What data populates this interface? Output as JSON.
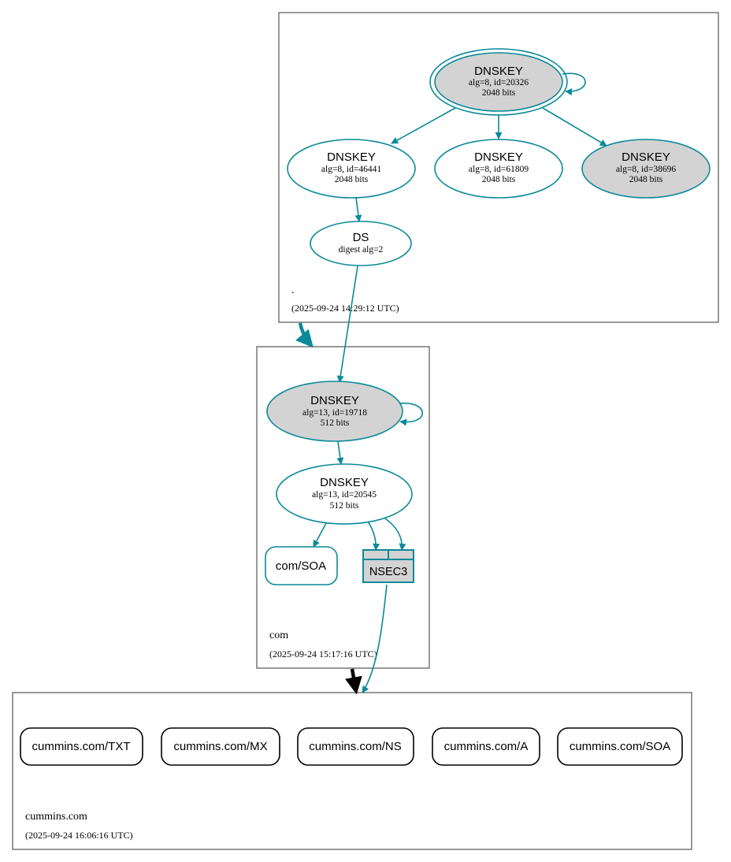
{
  "colors": {
    "accent": "#0a8a99",
    "node_fill_gray": "#d3d3d3",
    "zone_border": "#333333",
    "rr_border": "#000000"
  },
  "zones": {
    "root": {
      "name": ".",
      "timestamp": "(2025-09-24 14:29:12 UTC)"
    },
    "com": {
      "name": "com",
      "timestamp": "(2025-09-24 15:17:16 UTC)"
    },
    "cummins": {
      "name": "cummins.com",
      "timestamp": "(2025-09-24 16:06:16 UTC)"
    }
  },
  "nodes": {
    "root_ksk": {
      "title": "DNSKEY",
      "line1": "alg=8, id=20326",
      "line2": "2048 bits"
    },
    "root_zsk_a": {
      "title": "DNSKEY",
      "line1": "alg=8, id=46441",
      "line2": "2048 bits"
    },
    "root_zsk_b": {
      "title": "DNSKEY",
      "line1": "alg=8, id=61809",
      "line2": "2048 bits"
    },
    "root_key_c": {
      "title": "DNSKEY",
      "line1": "alg=8, id=38696",
      "line2": "2048 bits"
    },
    "root_ds": {
      "title": "DS",
      "line1": "digest alg=2"
    },
    "com_ksk": {
      "title": "DNSKEY",
      "line1": "alg=13, id=19718",
      "line2": "512 bits"
    },
    "com_zsk": {
      "title": "DNSKEY",
      "line1": "alg=13, id=20545",
      "line2": "512 bits"
    },
    "com_soa": {
      "label": "com/SOA"
    },
    "com_nsec3": {
      "label": "NSEC3"
    }
  },
  "records": [
    {
      "label": "cummins.com/TXT"
    },
    {
      "label": "cummins.com/MX"
    },
    {
      "label": "cummins.com/NS"
    },
    {
      "label": "cummins.com/A"
    },
    {
      "label": "cummins.com/SOA"
    }
  ]
}
